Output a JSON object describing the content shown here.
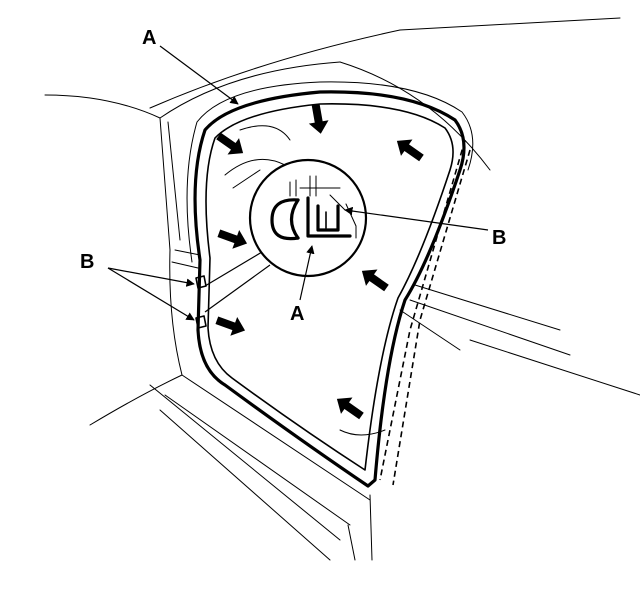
{
  "callouts": {
    "a_top": "A",
    "a_detail": "A",
    "b_detail": "B",
    "b_left": "B"
  },
  "colors": {
    "line": "#000000",
    "background": "#ffffff"
  },
  "icons": {
    "push_arrow": "push-direction-arrow-icon",
    "leader_arrow": "leader-arrow-icon"
  }
}
